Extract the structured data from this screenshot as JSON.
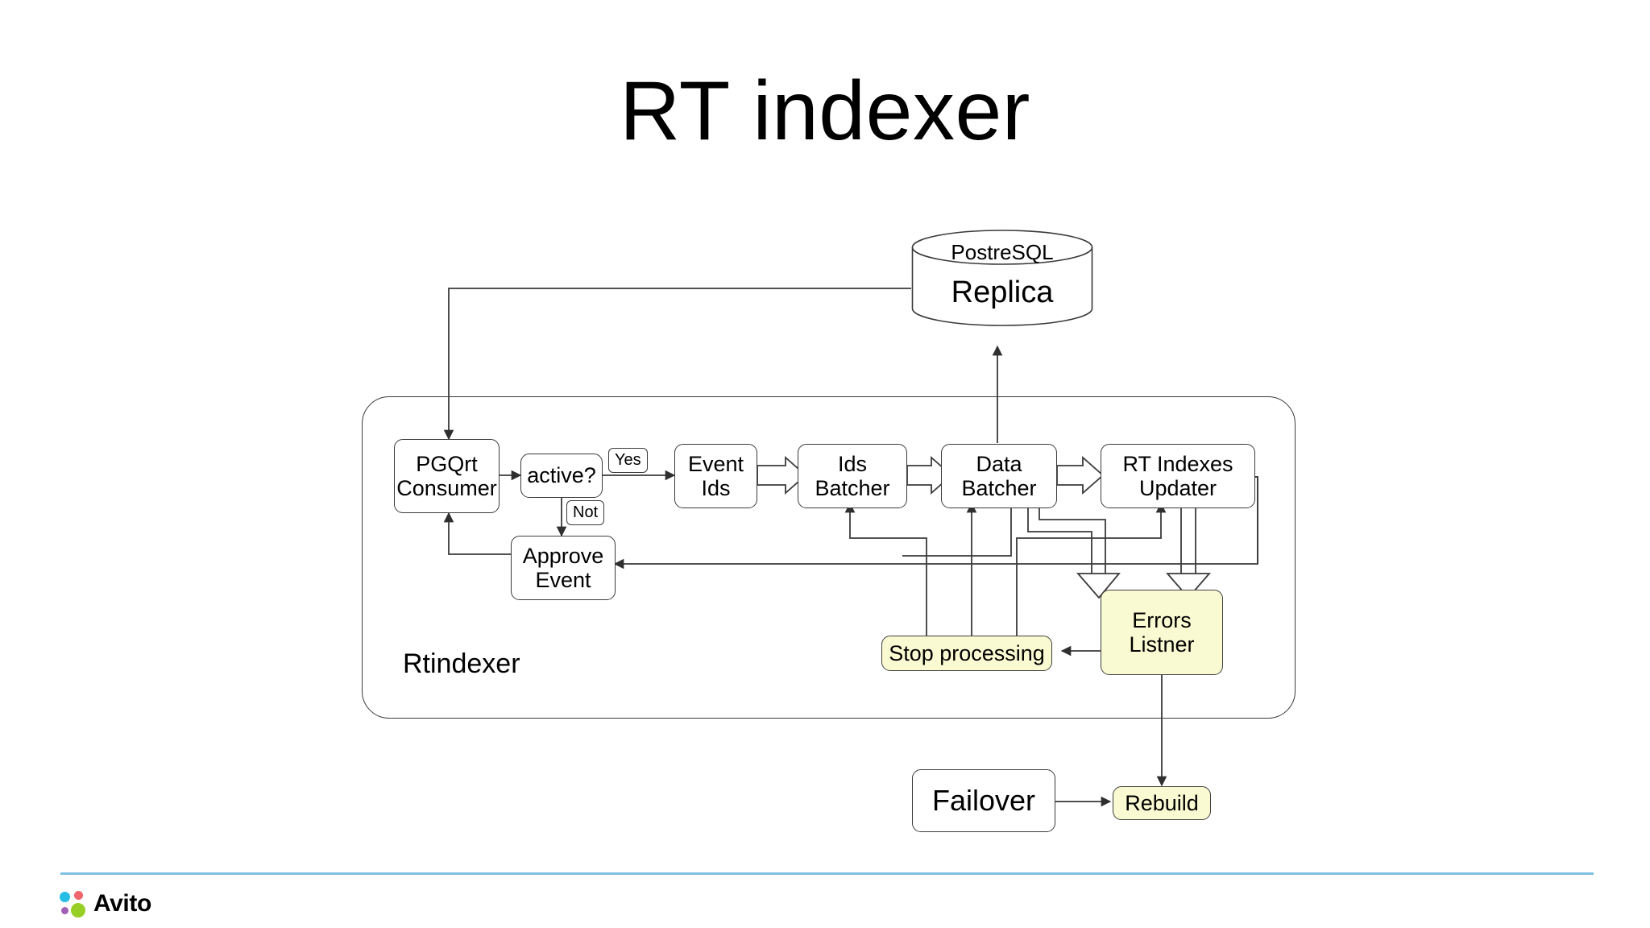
{
  "slide": {
    "title": "RT indexer"
  },
  "database": {
    "top_label": "PostreSQL",
    "body_label": "Replica"
  },
  "group": {
    "label": "Rtindexer"
  },
  "nodes": [
    {
      "id": "pgqrt-consumer",
      "label": "PGQrt\nConsumer",
      "fill": "white"
    },
    {
      "id": "active-decision",
      "label": "active?",
      "fill": "white"
    },
    {
      "id": "event-ids",
      "label": "Event\nIds",
      "fill": "white"
    },
    {
      "id": "ids-batcher",
      "label": "Ids\nBatcher",
      "fill": "white"
    },
    {
      "id": "data-batcher",
      "label": "Data\nBatcher",
      "fill": "white"
    },
    {
      "id": "rt-indexes-updater",
      "label": "RT Indexes\nUpdater",
      "fill": "white"
    },
    {
      "id": "approve-event",
      "label": "Approve\nEvent",
      "fill": "white"
    },
    {
      "id": "stop-processing",
      "label": "Stop processing",
      "fill": "yellow"
    },
    {
      "id": "errors-listner",
      "label": "Errors\nListner",
      "fill": "yellow"
    },
    {
      "id": "failover",
      "label": "Failover",
      "fill": "white"
    },
    {
      "id": "rebuild",
      "label": "Rebuild",
      "fill": "yellow"
    }
  ],
  "node_labels": {
    "pgqrt_consumer_line1": "PGQrt",
    "pgqrt_consumer_line2": "Consumer",
    "active_decision": "active?",
    "event_ids_line1": "Event",
    "event_ids_line2": "Ids",
    "ids_batcher_line1": "Ids",
    "ids_batcher_line2": "Batcher",
    "data_batcher_line1": "Data",
    "data_batcher_line2": "Batcher",
    "rt_indexes_updater_line1": "RT Indexes",
    "rt_indexes_updater_line2": "Updater",
    "approve_event_line1": "Approve",
    "approve_event_line2": "Event",
    "stop_processing": "Stop processing",
    "errors_listner_line1": "Errors",
    "errors_listner_line2": "Listner",
    "failover": "Failover",
    "rebuild": "Rebuild"
  },
  "edge_labels": {
    "yes": "Yes",
    "not": "Not"
  },
  "brand": {
    "name": "Avito",
    "colors": {
      "dot_top_left": "#28BDE4",
      "dot_top_right": "#F0646C",
      "dot_bottom_left": "#A05EB5",
      "dot_bottom_right": "#97CF26",
      "divider": "#7EC0E4"
    }
  },
  "palette": {
    "highlight_fill": "#FAFAD2",
    "node_stroke": "#3a3a3a",
    "background": "#ffffff"
  }
}
